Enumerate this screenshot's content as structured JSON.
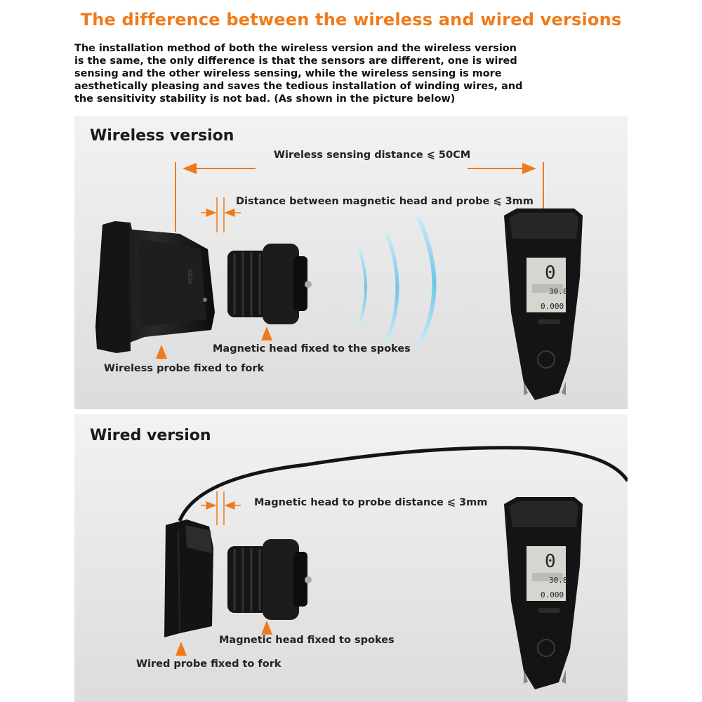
{
  "title": "The difference between the wireless and wired versions",
  "intro": "The installation method of both the wireless version and the wireless version is the same, the only difference is that the sensors are different, one is wired sensing and the other wireless sensing, while the wireless sensing is more aesthetically pleasing and saves the tedious installation of winding wires, and the sensitivity stability is not bad. (As shown in the picture below)",
  "accent_color": "#f07a1a",
  "wireless": {
    "heading": "Wireless version",
    "distance_label": "Wireless sensing distance ⩽ 50CM",
    "gap_label": "Distance between magnetic head and probe ⩽ 3mm",
    "magnet_label": "Magnetic head fixed to the spokes",
    "probe_label": "Wireless probe fixed to fork"
  },
  "wired": {
    "heading": "Wired version",
    "gap_label": "Magnetic head to probe distance ⩽ 3mm",
    "magnet_label": "Magnetic head fixed to spokes",
    "probe_label": "Wired probe fixed to fork"
  },
  "computer_display": {
    "speed": "0",
    "sub_value": "30.8",
    "odometer": "0.000"
  }
}
